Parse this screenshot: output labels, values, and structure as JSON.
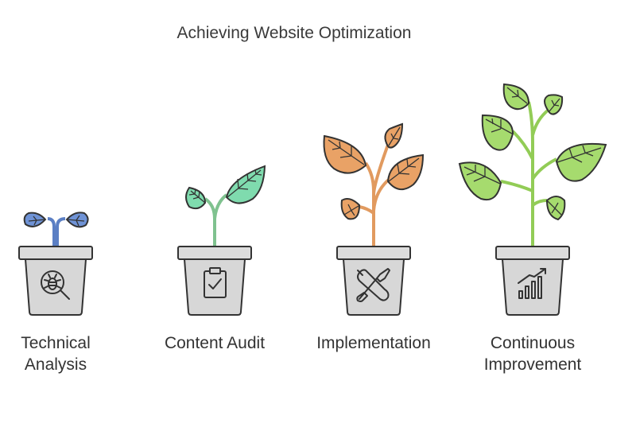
{
  "title": "Achieving Website Optimization",
  "stages": [
    {
      "label": "Technical\nAnalysis",
      "icon": "bug-magnifier-icon",
      "leaf_color": "#6f93d6"
    },
    {
      "label": "Content Audit",
      "icon": "clipboard-check-icon",
      "leaf_color": "#7fdbae"
    },
    {
      "label": "Implementation",
      "icon": "wrench-screwdriver-icon",
      "leaf_color": "#e9a266"
    },
    {
      "label": "Continuous\nImprovement",
      "icon": "growth-chart-icon",
      "leaf_color": "#a6db6e"
    }
  ],
  "colors": {
    "pot": "#d7d7d7",
    "pot_rim": "#dcdcdc",
    "outline": "#333333",
    "stem_blue": "#5b7fc4",
    "stem_green": "#7fc28f",
    "stem_orange": "#e19a5f",
    "stem_lime": "#92cc56"
  }
}
